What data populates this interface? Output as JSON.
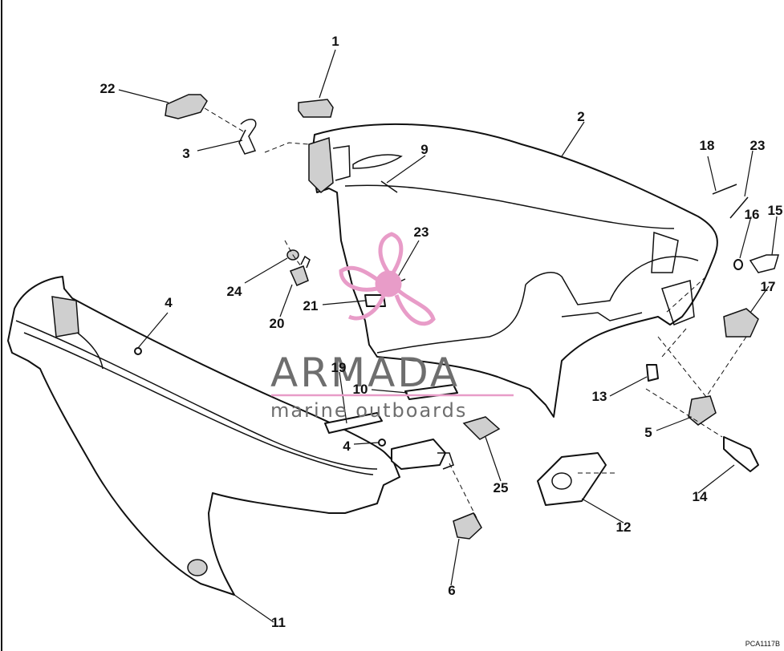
{
  "diagram": {
    "callouts": [
      "1",
      "2",
      "3",
      "4",
      "4",
      "5",
      "6",
      "9",
      "10",
      "11",
      "12",
      "13",
      "14",
      "15",
      "16",
      "17",
      "18",
      "19",
      "20",
      "21",
      "22",
      "23",
      "23",
      "24",
      "25"
    ],
    "reference_code": "PCA1117B"
  },
  "watermark": {
    "title": "ARMADA",
    "subtitle": "marine outboards",
    "color": "#e89cc8",
    "text_color": "#6e6e6e"
  }
}
